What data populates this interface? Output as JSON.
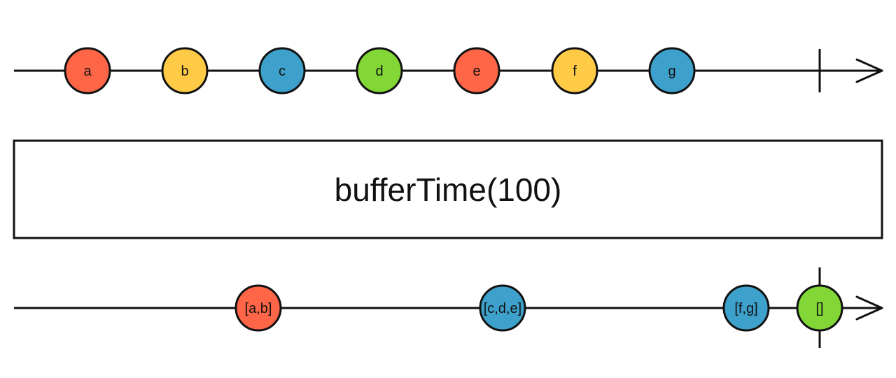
{
  "operator": {
    "label": "bufferTime(100)"
  },
  "colors": {
    "line": "#111111",
    "red": "#ff6647",
    "yellow": "#ffcb46",
    "blue": "#3ea1cb",
    "green": "#82d736",
    "box_fill": "#ffffff"
  },
  "input": {
    "marbles": [
      {
        "label": "a",
        "color": "red"
      },
      {
        "label": "b",
        "color": "yellow"
      },
      {
        "label": "c",
        "color": "blue"
      },
      {
        "label": "d",
        "color": "green"
      },
      {
        "label": "e",
        "color": "red"
      },
      {
        "label": "f",
        "color": "yellow"
      },
      {
        "label": "g",
        "color": "blue"
      }
    ],
    "completes": true
  },
  "output": {
    "marbles": [
      {
        "label": "[a,b]",
        "color": "red"
      },
      {
        "label": "[c,d,e]",
        "color": "blue"
      },
      {
        "label": "[f,g]",
        "color": "blue"
      },
      {
        "label": "[]",
        "color": "green"
      }
    ],
    "completes": true
  }
}
